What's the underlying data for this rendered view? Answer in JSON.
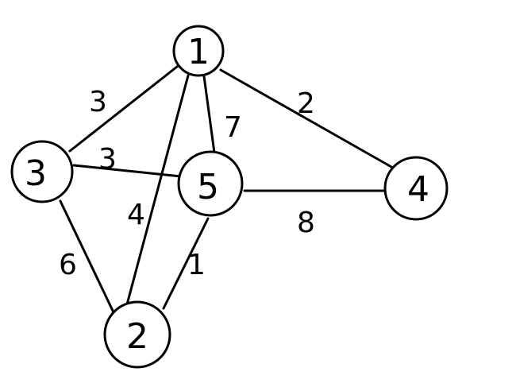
{
  "graph": {
    "nodes": [
      {
        "id": "1",
        "label": "1"
      },
      {
        "id": "3",
        "label": "3"
      },
      {
        "id": "5",
        "label": "5"
      },
      {
        "id": "4",
        "label": "4"
      },
      {
        "id": "2",
        "label": "2"
      }
    ],
    "edges": [
      {
        "from": "1",
        "to": "3",
        "weight": "3"
      },
      {
        "from": "1",
        "to": "5",
        "weight": "7"
      },
      {
        "from": "1",
        "to": "4",
        "weight": "2"
      },
      {
        "from": "1",
        "to": "2",
        "weight": "4"
      },
      {
        "from": "3",
        "to": "5",
        "weight": "3"
      },
      {
        "from": "3",
        "to": "2",
        "weight": "6"
      },
      {
        "from": "5",
        "to": "4",
        "weight": "8"
      },
      {
        "from": "5",
        "to": "2",
        "weight": "1"
      }
    ]
  }
}
